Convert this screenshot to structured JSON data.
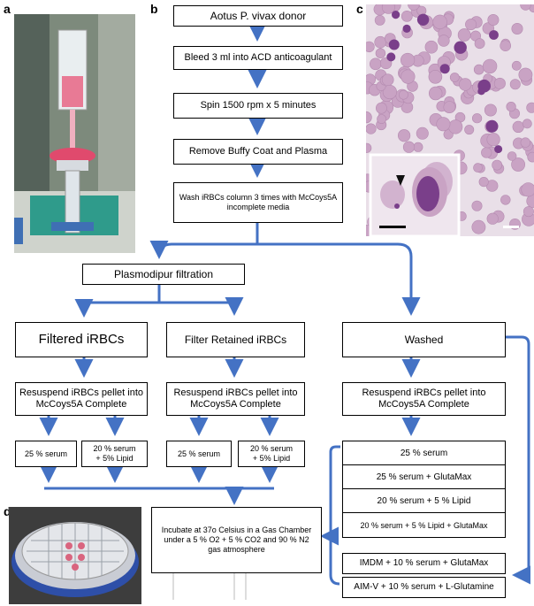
{
  "panel_labels": {
    "a": "a",
    "b": "b",
    "c": "c",
    "d": "d"
  },
  "flow": {
    "donor": "Aotus P. vivax donor",
    "bleed": "Bleed 3 ml into ACD anticoagulant",
    "spin": "Spin 1500 rpm x 5 minutes",
    "remove": "Remove Buffy Coat and Plasma",
    "wash": "Wash iRBCs column 3 times with    McCoys5A\nincomplete media",
    "plasmodipur": "Plasmodipur filtration",
    "filtered": "Filtered iRBCs",
    "retained": "Filter Retained iRBCs",
    "washed": "Washed",
    "resuspend": "Resuspend iRBCs pellet into\nMcCoys5A Complete",
    "serum25": "25 % serum",
    "serum20_lipid": "20 % serum\n+ 5%  Lipid",
    "washed_options": [
      "25 % serum",
      "25 % serum + GlutaMax",
      "20 % serum + 5 %  Lipid",
      "20 % serum + 5 % Lipid + GlutaMax"
    ],
    "imdm": "IMDM + 10 % serum + GlutaMax",
    "aimv": "AIM-V + 10 %  serum + L-Glutamine",
    "incubate": "Incubate at 37o Celsius in a Gas Chamber\nunder a 5 % O2 + 5 % CO2  and 90 % N2\ngas atmosphere"
  },
  "colors": {
    "arrow": "#4472c4",
    "box_border": "#000000",
    "smear_bg": "#e9dfe8",
    "rbc": "#c9a3c4",
    "parasite": "#7a3f8a"
  }
}
